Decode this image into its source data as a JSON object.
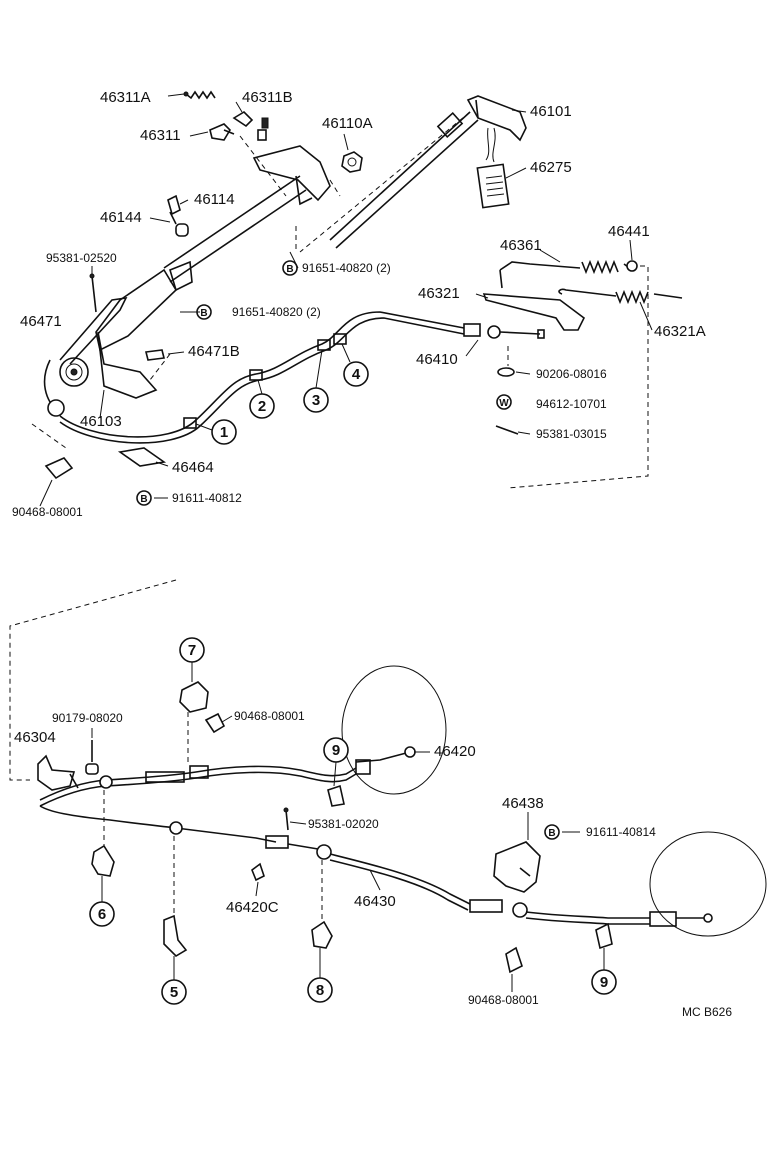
{
  "parts": {
    "p46311A": "46311A",
    "p46311B": "46311B",
    "p46311": "46311",
    "p46110A": "46110A",
    "p46101": "46101",
    "p46275": "46275",
    "p46114": "46114",
    "p46144": "46144",
    "p95381_02520": "95381-02520",
    "p91651_40820_top": "91651-40820 (2)",
    "p46361": "46361",
    "p46441": "46441",
    "p46321": "46321",
    "p46321A": "46321A",
    "p91651_40820_mid": "91651-40820 (2)",
    "p46471": "46471",
    "p46471B": "46471B",
    "p46410": "46410",
    "p90206_08016": "90206-08016",
    "p94612_10701": "94612-10701",
    "p95381_03015": "95381-03015",
    "p46103": "46103",
    "p46464": "46464",
    "p91611_40812": "91611-40812",
    "p90468_08001_a": "90468-08001",
    "p90468_08001_b": "90468-08001",
    "p90179_08020": "90179-08020",
    "p46304": "46304",
    "p46420": "46420",
    "p95381_02020": "95381-02020",
    "p46438": "46438",
    "p91611_40814": "91611-40814",
    "p46420C": "46420C",
    "p46430": "46430",
    "p90468_08001_c": "90468-08001"
  },
  "callouts": {
    "c1": "1",
    "c2": "2",
    "c3": "3",
    "c4": "4",
    "c5": "5",
    "c6": "6",
    "c7": "7",
    "c8": "8",
    "c9a": "9",
    "c9b": "9"
  },
  "markers": {
    "b": "B",
    "w": "W"
  },
  "footer": {
    "code": "MC  B626"
  }
}
